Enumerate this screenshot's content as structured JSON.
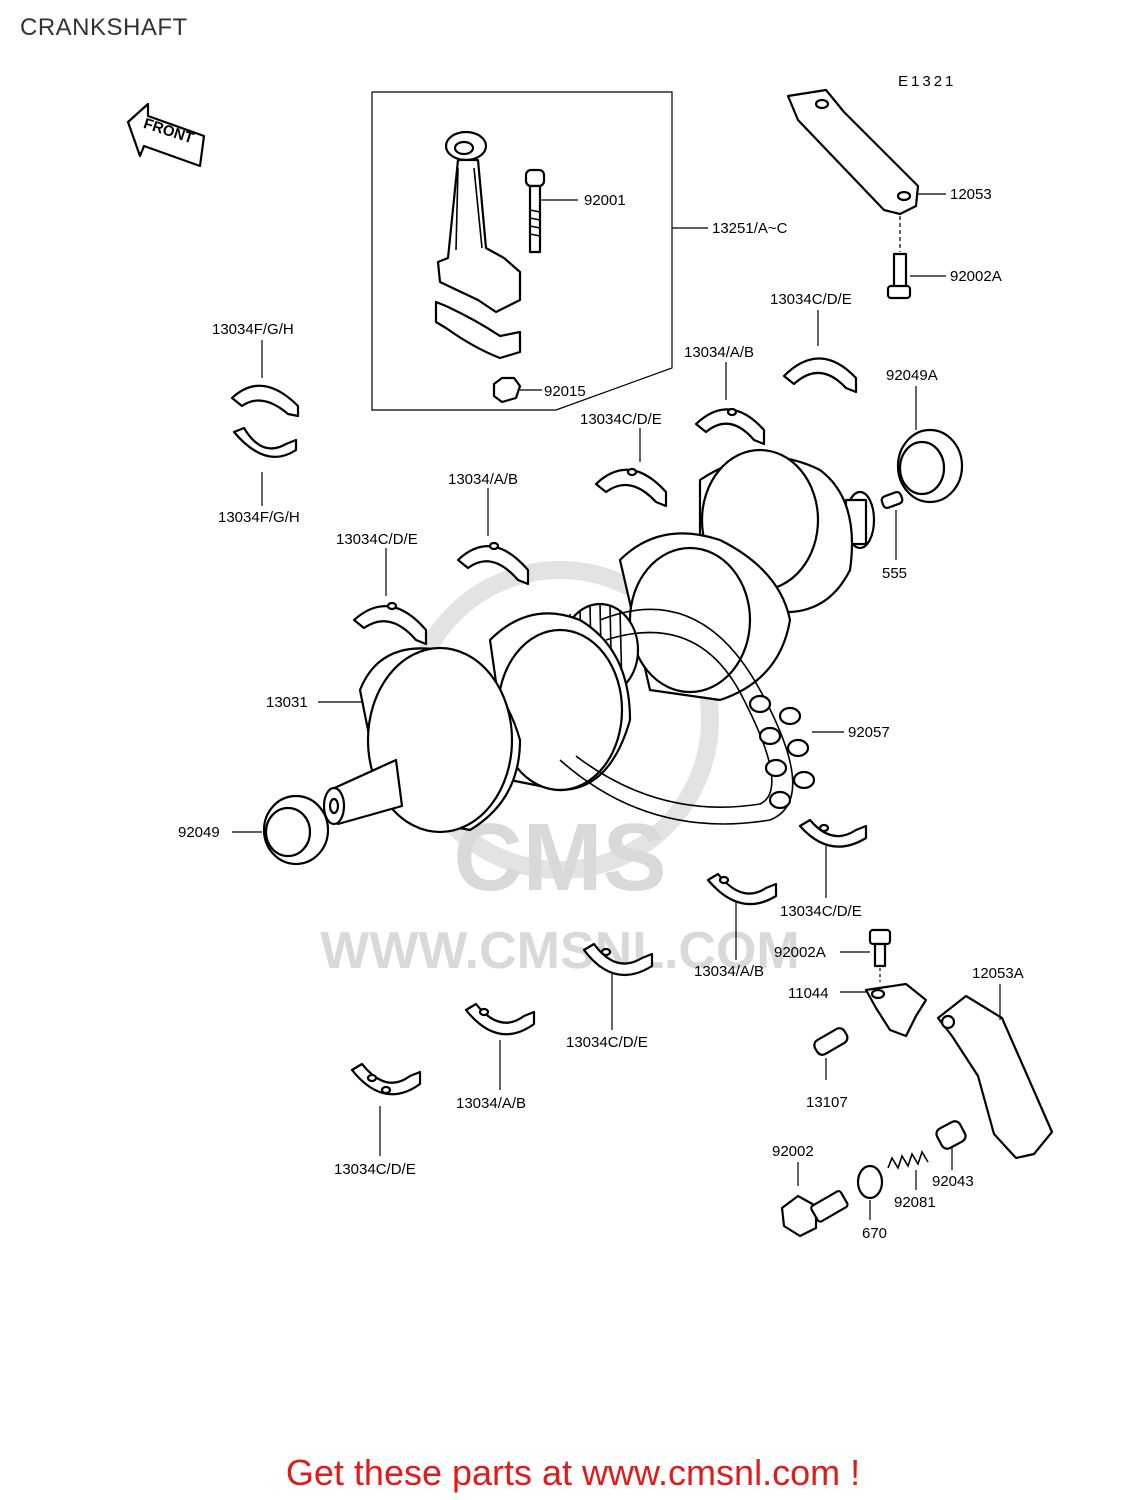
{
  "title": "CRANKSHAFT",
  "diagram_code": "E1321",
  "front_label": "FRONT",
  "watermark": {
    "brand": "CMS",
    "url": "WWW.CMSNL.COM"
  },
  "footer_text": "Get these parts at www.cmsnl.com !",
  "labels": {
    "p92001": "92001",
    "p13251": "13251/A~C",
    "p92015": "92015",
    "p12053": "12053",
    "p92002A_top": "92002A",
    "p13034FGH_top": "13034F/G/H",
    "p13034FGH_bot": "13034F/G/H",
    "p13034CDE_1": "13034C/D/E",
    "p13034AB_1": "13034/A/B",
    "p92049A": "92049A",
    "p13034CDE_2": "13034C/D/E",
    "p13034AB_2": "13034/A/B",
    "p13034CDE_3": "13034C/D/E",
    "p555": "555",
    "p13031": "13031",
    "p92057": "92057",
    "p92049": "92049",
    "p13034CDE_4": "13034C/D/E",
    "p92002A_bot": "92002A",
    "p13034AB_3": "13034/A/B",
    "p12053A": "12053A",
    "p11044": "11044",
    "p13034CDE_5": "13034C/D/E",
    "p13107": "13107",
    "p13034AB_4": "13034/A/B",
    "p13034CDE_6": "13034C/D/E",
    "p92002": "92002",
    "p92043": "92043",
    "p92081": "92081",
    "p670": "670"
  }
}
